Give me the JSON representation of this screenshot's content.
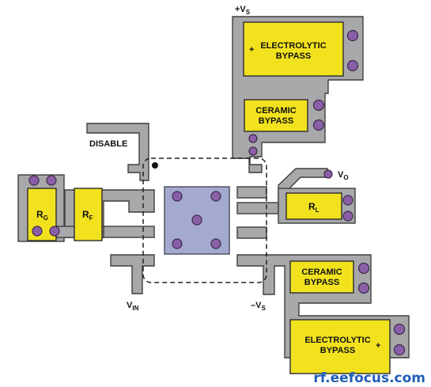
{
  "labels": {
    "vs_pos": "+V",
    "vs_pos_sub": "S",
    "vs_neg": "–V",
    "vs_neg_sub": "S",
    "disable": "DISABLE",
    "vin": "V",
    "vin_sub": "IN",
    "vo": "V",
    "vo_sub": "O",
    "rg": "R",
    "rg_sub": "G",
    "rf": "R",
    "rf_sub": "F",
    "rl": "R",
    "rl_sub": "L"
  },
  "capacitors": {
    "top_electrolytic_line1": "ELECTROLYTIC",
    "top_electrolytic_line2": "BYPASS",
    "top_ceramic_line1": "CERAMIC",
    "top_ceramic_line2": "BYPASS",
    "bottom_ceramic_line1": "CERAMIC",
    "bottom_ceramic_line2": "BYPASS",
    "bottom_electrolytic_line1": "ELECTROLYTIC",
    "bottom_electrolytic_line2": "BYPASS",
    "polarity_mark": "+"
  },
  "watermark": "rf.eefocus.com",
  "colors": {
    "copper": "#a8a8aa",
    "component": "#f2e21e",
    "via": "#8b5fa8",
    "ic_body": "#a4a9cf",
    "watermark": "#1f5fb8"
  }
}
